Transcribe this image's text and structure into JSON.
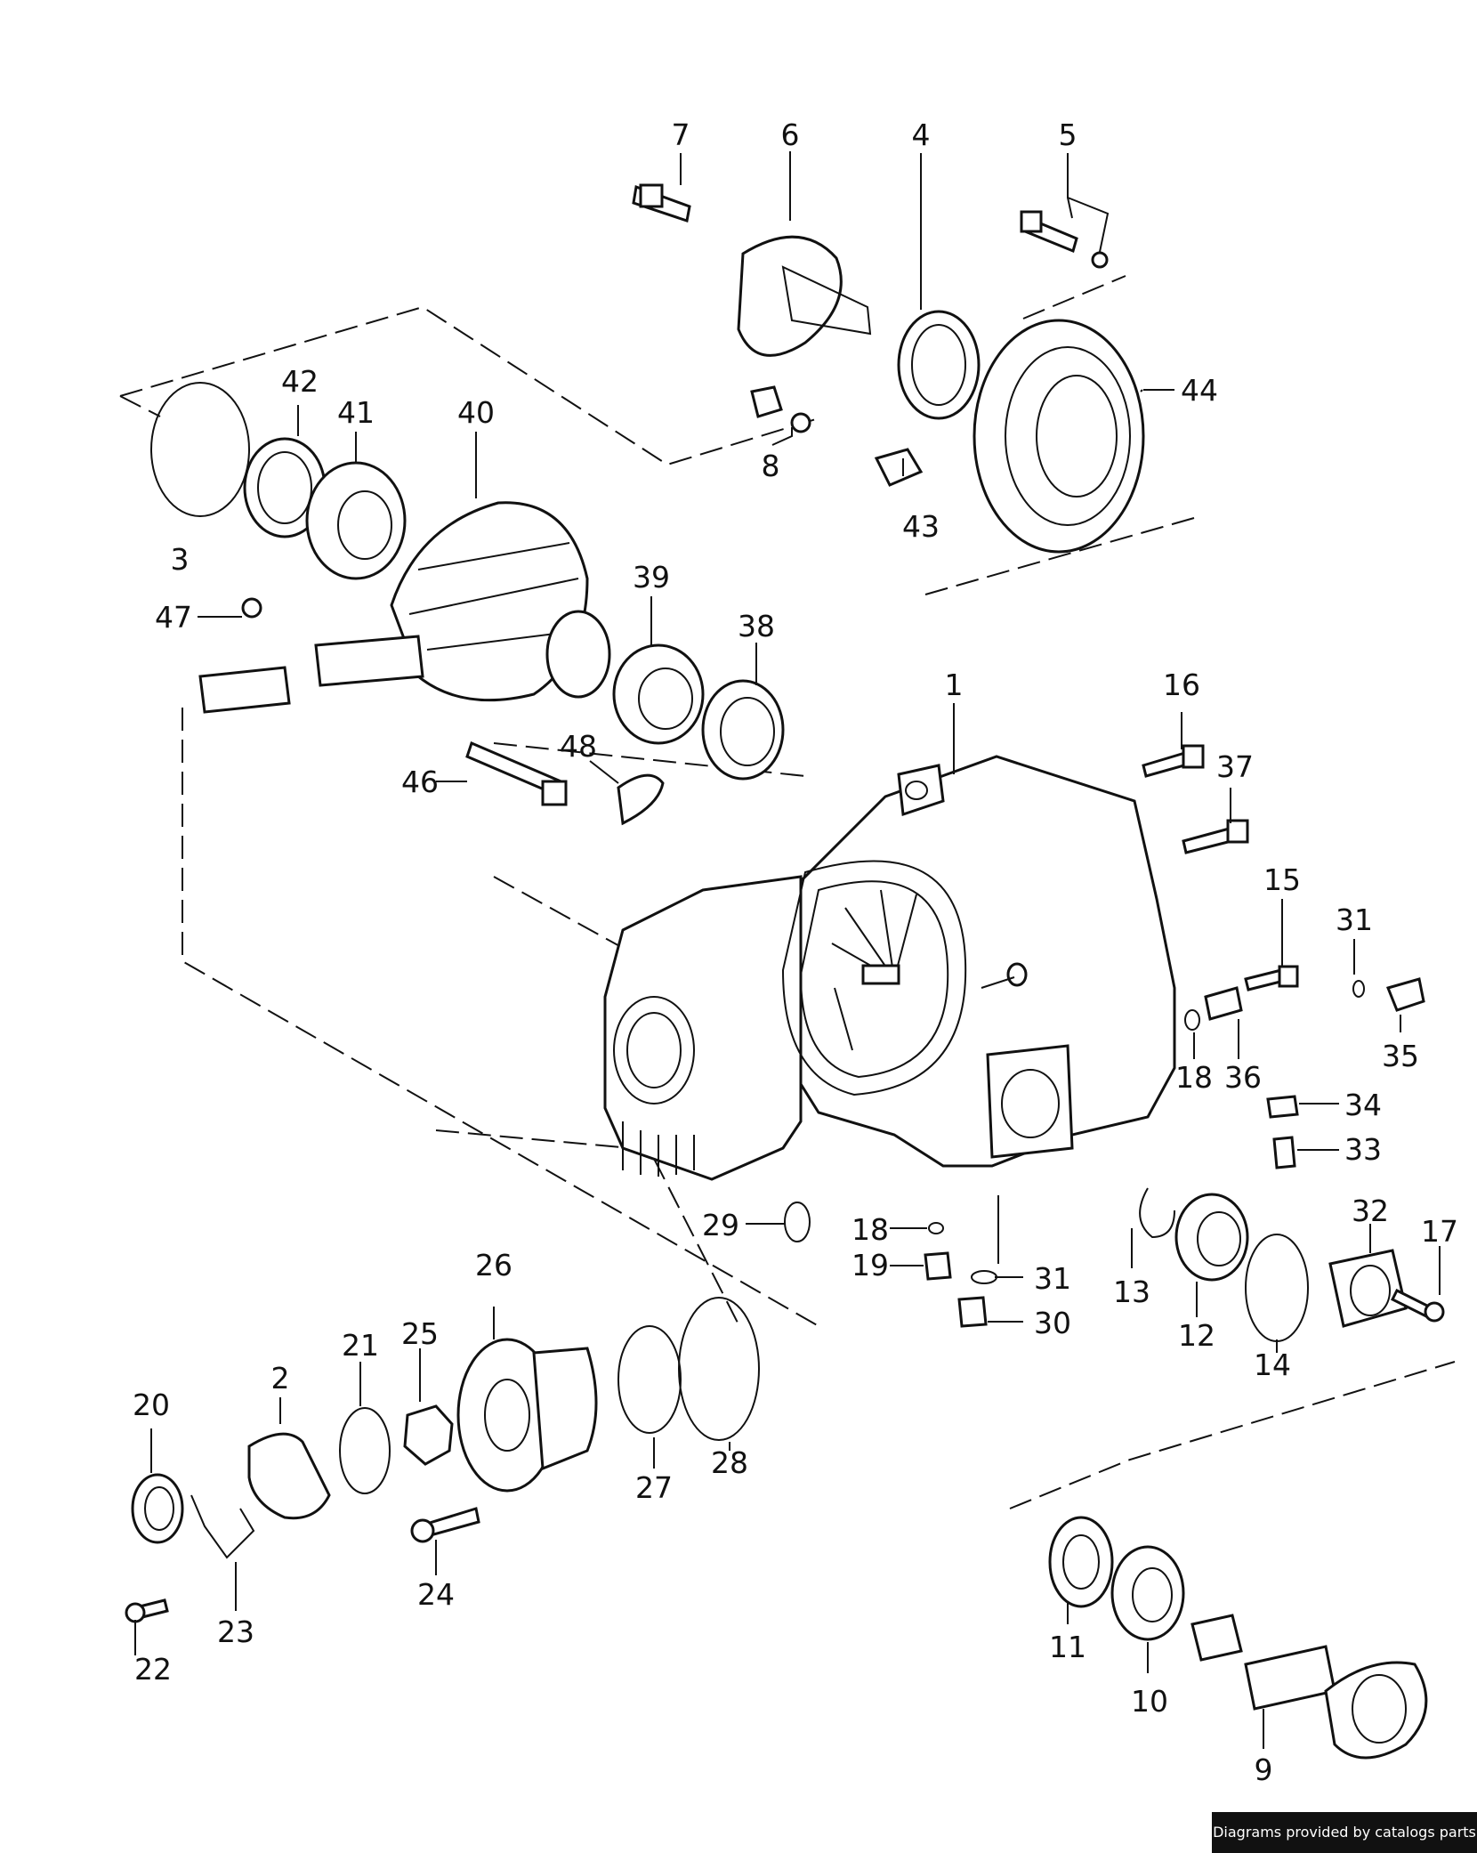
{
  "callouts": [
    {
      "id": "c1",
      "label": "1"
    },
    {
      "id": "c2",
      "label": "2"
    },
    {
      "id": "c3",
      "label": "3"
    },
    {
      "id": "c4",
      "label": "4"
    },
    {
      "id": "c5",
      "label": "5"
    },
    {
      "id": "c6",
      "label": "6"
    },
    {
      "id": "c7",
      "label": "7"
    },
    {
      "id": "c8",
      "label": "8"
    },
    {
      "id": "c9",
      "label": "9"
    },
    {
      "id": "c10",
      "label": "10"
    },
    {
      "id": "c11",
      "label": "11"
    },
    {
      "id": "c12",
      "label": "12"
    },
    {
      "id": "c13",
      "label": "13"
    },
    {
      "id": "c14",
      "label": "14"
    },
    {
      "id": "c15",
      "label": "15"
    },
    {
      "id": "c16",
      "label": "16"
    },
    {
      "id": "c17",
      "label": "17"
    },
    {
      "id": "c18a",
      "label": "18"
    },
    {
      "id": "c18b",
      "label": "18"
    },
    {
      "id": "c19",
      "label": "19"
    },
    {
      "id": "c20",
      "label": "20"
    },
    {
      "id": "c21",
      "label": "21"
    },
    {
      "id": "c22",
      "label": "22"
    },
    {
      "id": "c23",
      "label": "23"
    },
    {
      "id": "c24",
      "label": "24"
    },
    {
      "id": "c25",
      "label": "25"
    },
    {
      "id": "c26",
      "label": "26"
    },
    {
      "id": "c27",
      "label": "27"
    },
    {
      "id": "c28",
      "label": "28"
    },
    {
      "id": "c29",
      "label": "29"
    },
    {
      "id": "c30",
      "label": "30"
    },
    {
      "id": "c31a",
      "label": "31"
    },
    {
      "id": "c31b",
      "label": "31"
    },
    {
      "id": "c32",
      "label": "32"
    },
    {
      "id": "c33",
      "label": "33"
    },
    {
      "id": "c34",
      "label": "34"
    },
    {
      "id": "c35",
      "label": "35"
    },
    {
      "id": "c36",
      "label": "36"
    },
    {
      "id": "c37",
      "label": "37"
    },
    {
      "id": "c38",
      "label": "38"
    },
    {
      "id": "c39",
      "label": "39"
    },
    {
      "id": "c40",
      "label": "40"
    },
    {
      "id": "c41",
      "label": "41"
    },
    {
      "id": "c42",
      "label": "42"
    },
    {
      "id": "c43",
      "label": "43"
    },
    {
      "id": "c44",
      "label": "44"
    },
    {
      "id": "c46",
      "label": "46"
    },
    {
      "id": "c47",
      "label": "47"
    },
    {
      "id": "c48",
      "label": "48"
    }
  ],
  "credit": "Diagrams provided by catalogs parts"
}
